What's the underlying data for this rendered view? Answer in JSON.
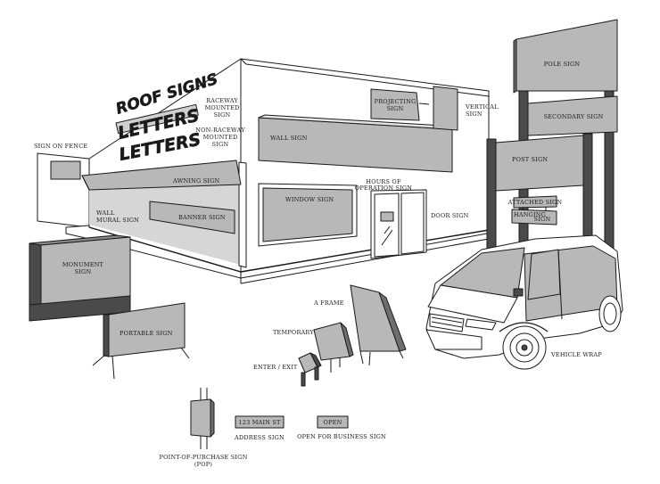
{
  "labels": {
    "roof_signs": "ROOF SIGNS",
    "letters_raceway": "LETTERS",
    "letters_nonraceway": "LETTERS",
    "raceway_1": "RACEWAY",
    "raceway_2": "MOUNTED",
    "raceway_3": "SIGN",
    "nonraceway_1": "NON-RACEWAY",
    "nonraceway_2": "MOUNTED",
    "nonraceway_3": "SIGN",
    "sign_on_fence": "SIGN ON FENCE",
    "awning_sign": "AWNING SIGN",
    "wall_mural_1": "WALL",
    "wall_mural_2": "MURAL SIGN",
    "banner_sign": "BANNER SIGN",
    "monument_1": "MONUMENT",
    "monument_2": "SIGN",
    "wall_sign": "WALL SIGN",
    "projecting_1": "PROJECTING",
    "projecting_2": "SIGN",
    "vertical_1": "VERTICAL",
    "vertical_2": "SIGN",
    "window_sign": "WINDOW SIGN",
    "hours_1": "HOURS OF",
    "hours_2": "OPERATION SIGN",
    "door_sign": "DOOR SIGN",
    "pole_sign": "POLE SIGN",
    "secondary_sign": "SECONDARY SIGN",
    "post_sign": "POST SIGN",
    "attached_sign": "ATTACHED SIGN",
    "hanging_1": "HANGING",
    "hanging_2": "SIGN",
    "a_frame": "A FRAME",
    "temporary": "TEMPORARY",
    "enter_exit": "ENTER / EXIT",
    "portable_sign": "PORTABLE SIGN",
    "vehicle_wrap": "VEHICLE WRAP",
    "address_plate": "123 MAIN ST",
    "address_sign": "ADDRESS SIGN",
    "open_plate": "OPEN",
    "open_for_business": "OPEN FOR BUSINESS SIGN",
    "pop_1": "POINT-OF-PURCHASE SIGN",
    "pop_2": "(POP)"
  },
  "colors": {
    "line": "#1a1a1a",
    "sign_gray": "#b8b8b8",
    "dark_gray": "#6e6e6e",
    "darker_gray": "#4a4a4a",
    "paper": "#ffffff"
  }
}
